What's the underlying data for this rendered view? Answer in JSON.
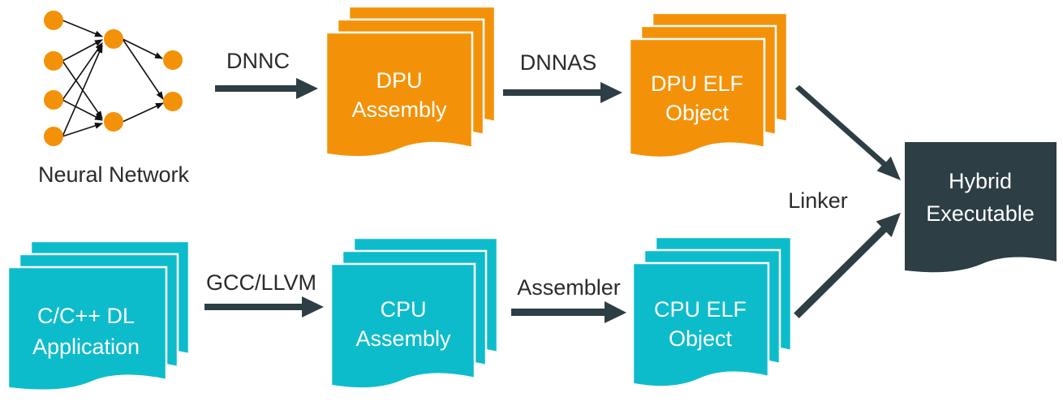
{
  "colors": {
    "orange": "#f39208",
    "cyan": "#0dbccb",
    "dark": "#2d3e45",
    "text": "#2b2b2b",
    "white": "#ffffff"
  },
  "neural_network": {
    "label": "Neural Network"
  },
  "steps": {
    "dnnc": "DNNC",
    "dnnas": "DNNAS",
    "gcc_llvm": "GCC/LLVM",
    "assembler": "Assembler",
    "linker": "Linker"
  },
  "documents": {
    "dpu_assembly": {
      "line1": "DPU",
      "line2": "Assembly"
    },
    "dpu_elf": {
      "line1": "DPU ELF",
      "line2": "Object"
    },
    "cpp_app": {
      "line1": "C/C++ DL",
      "line2": "Application"
    },
    "cpu_assembly": {
      "line1": "CPU",
      "line2": "Assembly"
    },
    "cpu_elf": {
      "line1": "CPU ELF",
      "line2": "Object"
    },
    "hybrid": {
      "line1": "Hybrid",
      "line2": "Executable"
    }
  }
}
